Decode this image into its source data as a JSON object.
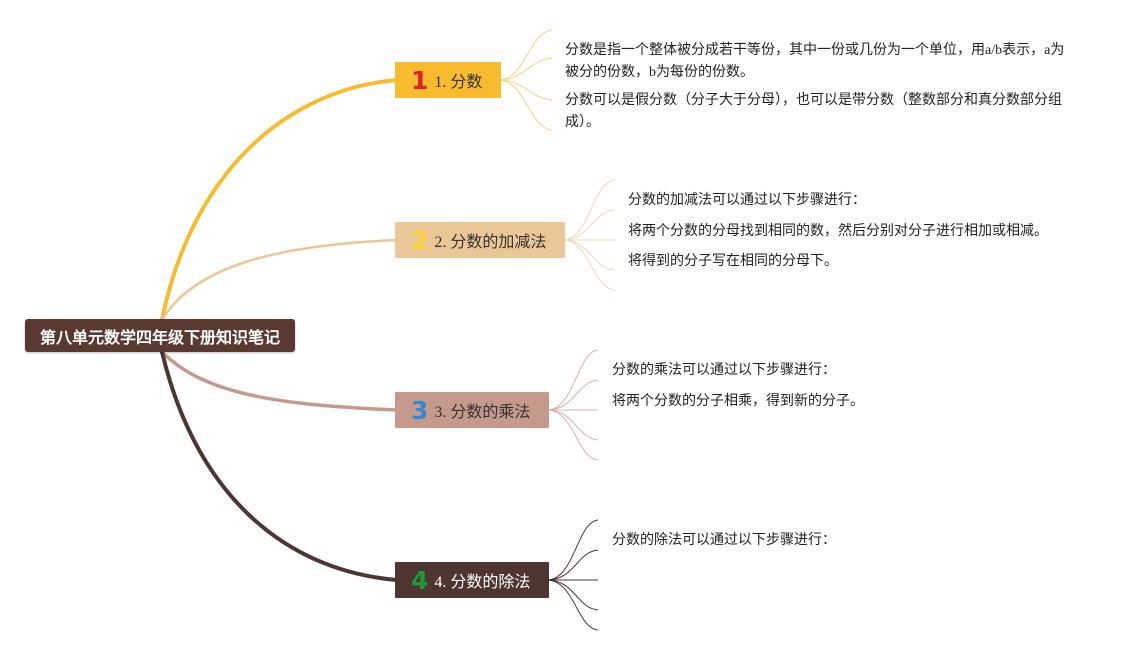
{
  "root": {
    "title": "第八单元数学四年级下册知识笔记"
  },
  "colors": {
    "root": "#5a3a30",
    "branch_1": "#f8bb2e",
    "branch_2": "#ebc696",
    "branch_3": "#c59a8c",
    "branch_4": "#4e3530",
    "badge_1": "#e21f26",
    "badge_2": "#f7d232",
    "badge_3": "#2f8ad6",
    "badge_4": "#1b9a3a"
  },
  "topics": [
    {
      "badge": "1",
      "label": "1. 分数",
      "notes": [
        "分数是指一个整体被分成若干等份，其中一份或几份为一个单位，用a/b表示，a为被分的份数，b为每份的份数。",
        "分数可以是假分数（分子大于分母），也可以是带分数（整数部分和真分数部分组成）。"
      ]
    },
    {
      "badge": "2",
      "label": "2. 分数的加减法",
      "notes": [
        "分数的加减法可以通过以下步骤进行：",
        "将两个分数的分母找到相同的数，然后分别对分子进行相加或相减。",
        "将得到的分子写在相同的分母下。"
      ]
    },
    {
      "badge": "3",
      "label": "3. 分数的乘法",
      "notes": [
        "分数的乘法可以通过以下步骤进行：",
        "将两个分数的分子相乘，得到新的分子。"
      ]
    },
    {
      "badge": "4",
      "label": "4. 分数的除法",
      "notes": [
        "分数的除法可以通过以下步骤进行："
      ]
    }
  ]
}
